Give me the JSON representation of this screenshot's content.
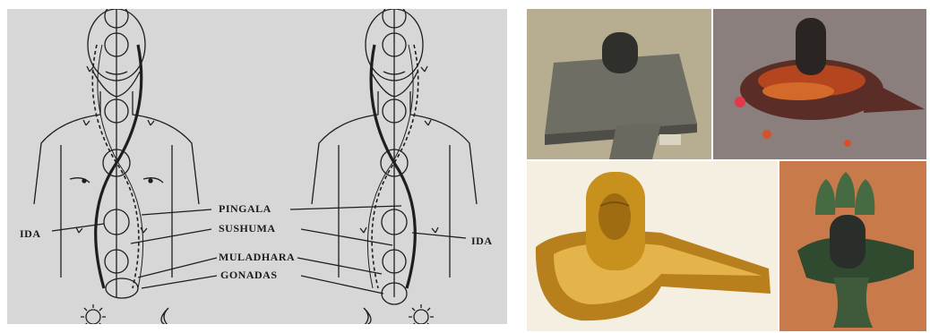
{
  "diagram": {
    "labels": {
      "ida_left": "IDA",
      "ida_right": "IDA",
      "pingala": "PINGALA",
      "sushuma": "SUSHUMA",
      "muladhara": "MULADHARA",
      "gonadas": "GONADAS"
    }
  },
  "photos": [
    {
      "subject": "grey stone lingam on square base"
    },
    {
      "subject": "dark lingam with red flower offerings"
    },
    {
      "subject": "golden lingam with face"
    },
    {
      "subject": "bronze lingam with cobra hoods"
    }
  ],
  "colors": {
    "paper": "#d7d7d7",
    "ink": "#1e1e1e",
    "stone": "#6d6d63",
    "gold": "#c8901c",
    "bronze": "#3e5a3a",
    "flowers": "#c0401c"
  }
}
